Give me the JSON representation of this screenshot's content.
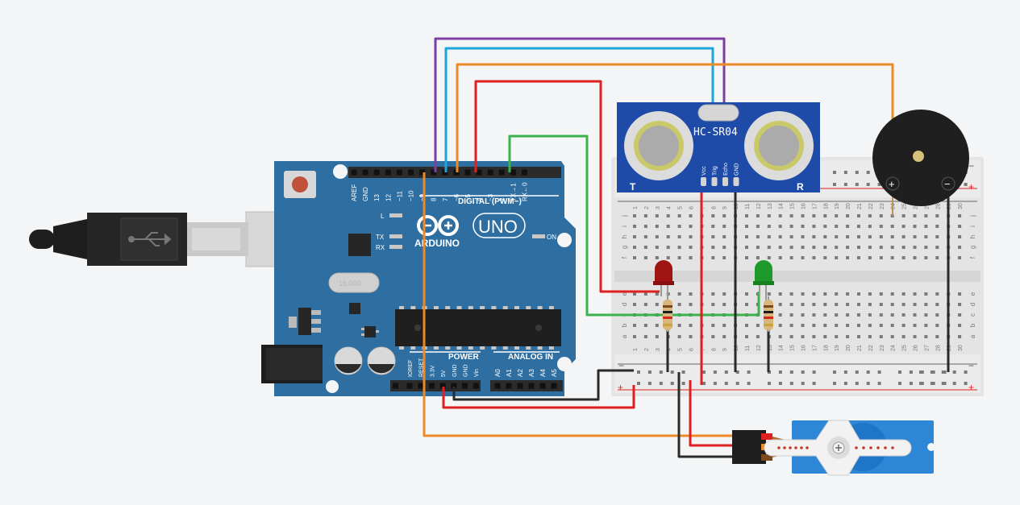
{
  "arduino": {
    "brand": "ARDUINO",
    "model": "UNO",
    "digital_label": "DIGITAL (PWM~)",
    "power_label": "POWER",
    "analog_label": "ANALOG IN",
    "on_label": "ON",
    "led_l": "L",
    "led_tx": "TX",
    "led_rx": "RX",
    "digital_pins": [
      "AREF",
      "GND",
      "13",
      "12",
      "~11",
      "~10",
      "~9",
      "8",
      "7",
      "~6",
      "~5",
      "4",
      "~3",
      "2",
      "TX→1",
      "RX←0"
    ],
    "power_pins": [
      "IOREF",
      "RESET",
      "3.3V",
      "5V",
      "GND",
      "GND",
      "Vin"
    ],
    "analog_pins": [
      "A0",
      "A1",
      "A2",
      "A3",
      "A4",
      "A5"
    ],
    "crystal_label": "16.000"
  },
  "sensor": {
    "name": "HC-SR04",
    "pins": [
      "Vcc",
      "Trig",
      "Echo",
      "GND"
    ],
    "left_mark": "T",
    "right_mark": "R"
  },
  "breadboard": {
    "row_letters_top": [
      "j",
      "i",
      "h",
      "g",
      "f"
    ],
    "row_letters_bottom": [
      "e",
      "d",
      "c",
      "b",
      "a"
    ],
    "columns": [
      "1",
      "2",
      "3",
      "4",
      "5",
      "6",
      "7",
      "8",
      "9",
      "10",
      "11",
      "12",
      "13",
      "14",
      "15",
      "16",
      "17",
      "18",
      "19",
      "20",
      "21",
      "22",
      "23",
      "24",
      "25",
      "26",
      "27",
      "28",
      "29",
      "30"
    ],
    "rail_plus": "+",
    "rail_minus": "−"
  },
  "buzzer": {
    "plus": "+",
    "minus": "−"
  },
  "colors": {
    "board": "#2f6ea1",
    "wire_red": "#e02020",
    "wire_orange": "#ee8a26",
    "wire_blue": "#1ea4db",
    "wire_purple": "#7b3fa0",
    "wire_green": "#3cb34a",
    "wire_black": "#2a2a2a",
    "servo": "#2e86d6"
  }
}
